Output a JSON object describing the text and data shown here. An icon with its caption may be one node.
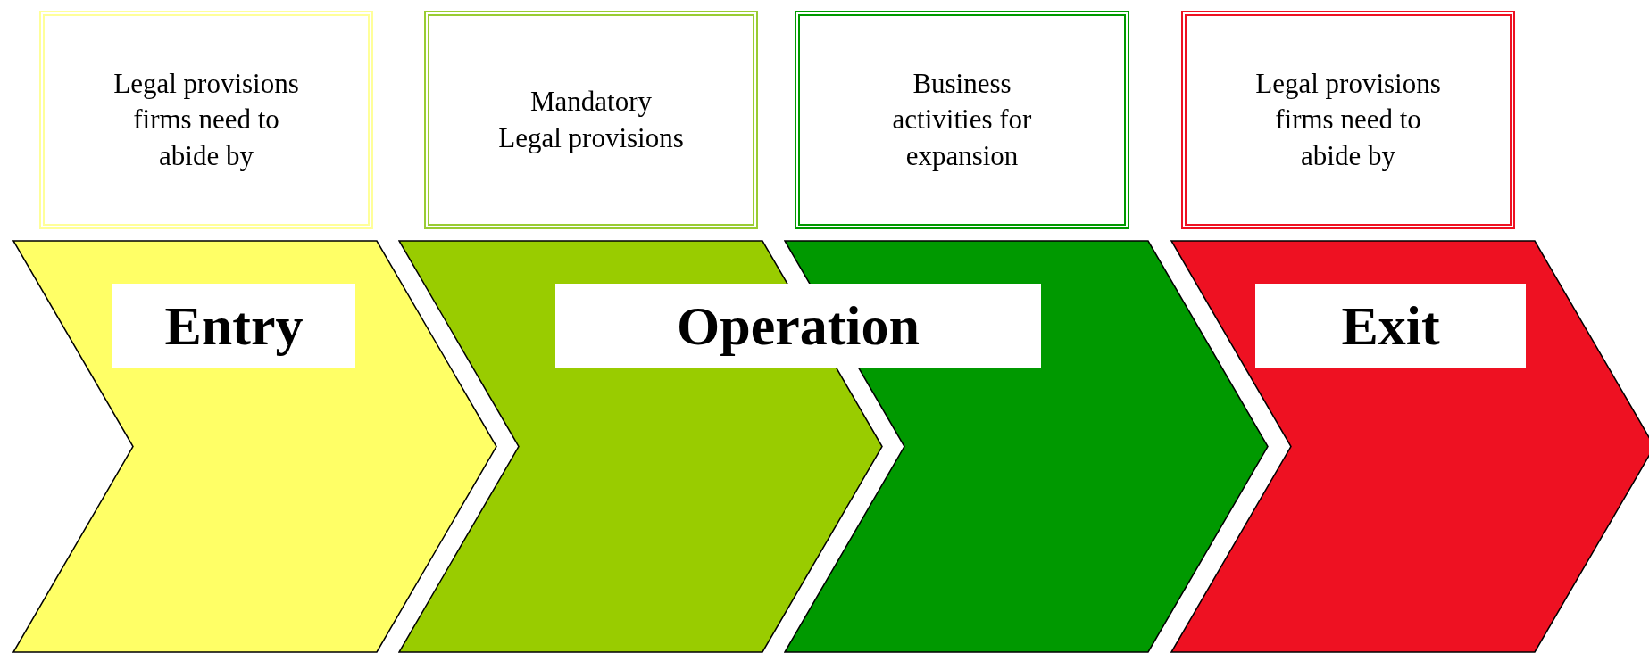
{
  "diagram": {
    "nodes": [
      {
        "text": [
          "Legal provisions firms need to abide by"
        ]
      },
      {
        "text": [
          "Mandatory Legal provisions"
        ]
      },
      {
        "text": [
          "Business activities for expansion"
        ]
      },
      {
        "text": [
          "Legal provisions firms need to abide by"
        ]
      },
      {
        "text": [
          "Entry"
        ]
      },
      {
        "text": [],
        "shape": "chevron"
      },
      {
        "text": [],
        "shape": "chevron"
      },
      {
        "text": [
          "Operation"
        ]
      },
      {
        "text": [
          "Exit"
        ]
      }
    ]
  }
}
